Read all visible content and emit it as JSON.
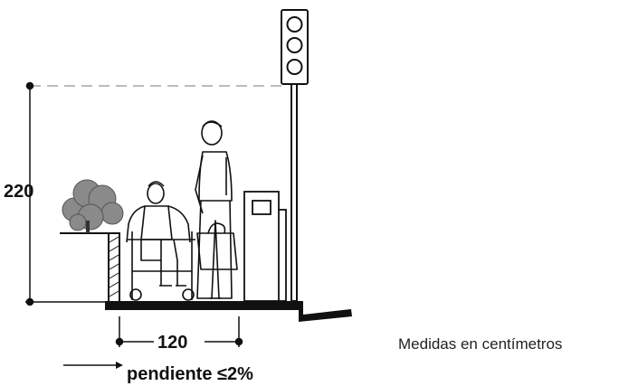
{
  "diagram": {
    "height_label": "220",
    "width_label": "120",
    "slope_label": "pendiente ≤2%",
    "units_note": "Medidas en centímetros"
  },
  "colors": {
    "ink": "#111111",
    "light_ink": "#bbbbbb",
    "foliage": "#8a8a8a"
  }
}
